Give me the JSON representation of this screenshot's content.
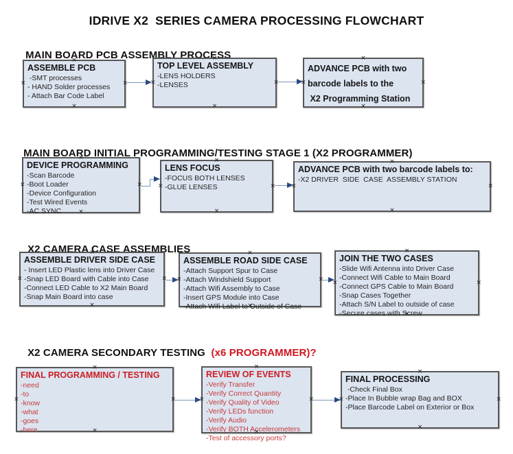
{
  "title": "IDRIVE X2  SERIES CAMERA PROCESSING FLOWCHART",
  "colors": {
    "box_fill": "#dce4f0",
    "box_border": "#565656",
    "red_accent": "#cc1d24",
    "connector_line": "#7d97b6",
    "arrowhead": "#2b4a84",
    "text": "#151515"
  },
  "icons": {
    "connection_handle": "×"
  },
  "sections": [
    {
      "header": "MAIN BOARD PCB ASSEMBLY PROCESS",
      "header_red": ""
    },
    {
      "header": "MAIN BOARD INITIAL PROGRAMMING/TESTING STAGE 1 (X2 PROGRAMMER)",
      "header_red": ""
    },
    {
      "header": "X2 CAMERA CASE ASSEMBLIES",
      "header_red": ""
    },
    {
      "header": "X2 CAMERA SECONDARY TESTING  ",
      "header_red": "(x6 PROGRAMMER)?"
    }
  ],
  "boxes": {
    "assemble_pcb": {
      "title": "ASSEMBLE PCB",
      "items": [
        " -SMT processes",
        "- HAND Solder processes",
        "- Attach Bar Code Label"
      ]
    },
    "top_level_assembly": {
      "title": "TOP LEVEL ASSEMBLY",
      "items": [
        "-LENS HOLDERS",
        "-LENSES"
      ]
    },
    "advance_programming_station": {
      "lines": [
        "ADVANCE PCB with two",
        "barcode labels to the",
        " X2 Programming Station"
      ]
    },
    "device_programming": {
      "title": "DEVICE PROGRAMMING",
      "items": [
        "-Scan Barcode",
        "-Boot Loader",
        "-Device Configuration",
        "-Test Wired Events",
        "-AC SYNC"
      ]
    },
    "lens_focus": {
      "title": "LENS FOCUS",
      "items": [
        "-FOCUS BOTH LENSES",
        "-GLUE LENSES"
      ]
    },
    "advance_case_station": {
      "title": "ADVANCE PCB with two barcode labels to:",
      "items": [
        "-X2 DRIVER  SIDE  CASE  ASSEMBLY STATION"
      ]
    },
    "assemble_driver_side_case": {
      "title": "ASSEMBLE DRIVER SIDE CASE",
      "items": [
        "- Insert LED Plastic lens into Driver Case",
        "-Snap LED Board with Cable into Case",
        "-Connect LED Cable to X2 Main Board",
        "-Snap Main Board into case"
      ]
    },
    "assemble_road_side_case": {
      "title": "ASSEMBLE ROAD SIDE CASE",
      "items": [
        "-Attach Support Spur to Case",
        "-Attach Windshield Support",
        "-Attach Wifi Assembly to Case",
        "-Insert GPS Module into Case",
        "-Attach Wifi Label to Outside of Case"
      ]
    },
    "join_the_two_cases": {
      "title": "JOIN THE TWO CASES",
      "items": [
        "-Slide Wifi Antenna into Driver Case",
        "-Connect Wifi Cable to Main Board",
        "-Connect GPS Cable to Main Board",
        "-Snap Cases Together",
        "-Attach S/N Label to outside of case",
        "-Secure cases with Screw"
      ]
    },
    "final_programming_testing": {
      "title": "FINAL PROGRAMMING / TESTING",
      "items": [
        "-need",
        "-to",
        "-know",
        "-what",
        "-goes",
        "-here"
      ]
    },
    "review_of_events": {
      "title": "REVIEW OF EVENTS",
      "items": [
        "-Verify Transfer",
        "-Verify Correct Quantity",
        "-Verify Quality of Video",
        "-Verify LEDs function",
        "-Verify Audio",
        "-Verify BOTH Accelerometers",
        "-Test of accessory ports?"
      ]
    },
    "final_processing": {
      "title": "FINAL PROCESSING",
      "items": [
        " -Check Final Box",
        "-Place In Bubble wrap Bag and BOX",
        "-Place Barcode Label on Exterior or Box"
      ]
    }
  }
}
